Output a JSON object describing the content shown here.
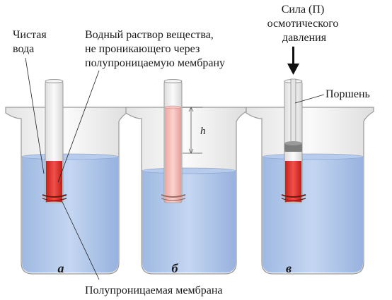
{
  "labels": {
    "clean_water": [
      "Чистая",
      "вода"
    ],
    "solution": [
      "Водный раствор вещества,",
      "не проникающего через",
      "полупроницаемую мембрану"
    ],
    "force": [
      "Сила (П)",
      "осмотического",
      "давления"
    ],
    "piston": "Поршень",
    "height": "h",
    "membrane": "Полупроницаемая мембрана"
  },
  "panels": [
    "а",
    "б",
    "в"
  ],
  "colors": {
    "water": "#a9c3e8",
    "water_light": "#c9d9f2",
    "solution": "#e0322b",
    "solution_light": "#f2b8b4",
    "glass_edge": "#9a9a9a"
  }
}
